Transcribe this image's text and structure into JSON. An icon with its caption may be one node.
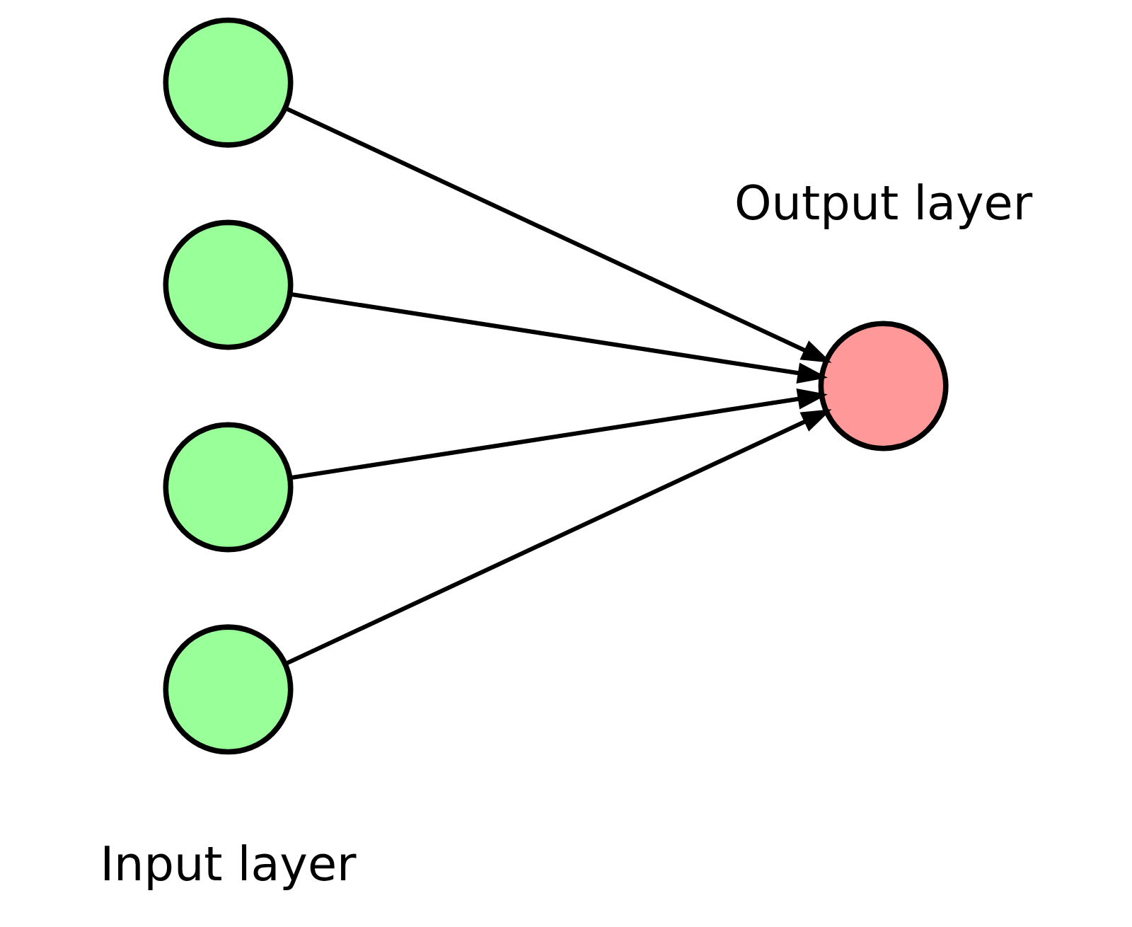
{
  "diagram": {
    "nodes": [
      {
        "text": [],
        "shape": "circle"
      },
      {
        "text": [],
        "shape": "circle"
      },
      {
        "text": [],
        "shape": "circle"
      },
      {
        "text": [],
        "shape": "circle"
      },
      {
        "text": [],
        "shape": "circle"
      }
    ],
    "edges": [
      {
        "from": 0,
        "to": 4,
        "arrow": "to"
      },
      {
        "from": 1,
        "to": 4,
        "arrow": "to"
      },
      {
        "from": 2,
        "to": 4,
        "arrow": "to"
      },
      {
        "from": 3,
        "to": 4,
        "arrow": "to"
      }
    ],
    "labels": [
      "Input layer",
      "Output layer"
    ]
  }
}
